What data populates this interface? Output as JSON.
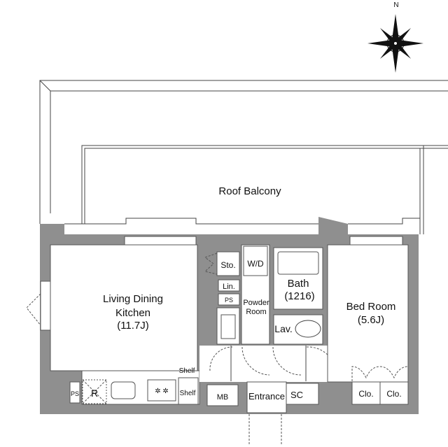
{
  "compass": {
    "north": "N",
    "icon": "compass-rose-icon"
  },
  "rooms": {
    "roof_balcony": "Roof Balcony",
    "ldk_line1": "Living Dining",
    "ldk_line2": "Kitchen",
    "ldk_size": "(11.7J)",
    "storage": "Sto.",
    "washer_dryer": "W/D",
    "linen": "Lin.",
    "ps_upper": "PS",
    "powder_line1": "Powder",
    "powder_line2": "Room",
    "bath": "Bath",
    "bath_size": "(1216)",
    "lavatory": "Lav.",
    "bed_line1": "Bed Room",
    "bed_size": "(5.6J)",
    "shelf_upper": "Shelf",
    "shelf_lower": "Shelf",
    "ps_lower": "PS",
    "refrigerator": "R",
    "meter_box": "MB",
    "entrance": "Entrance",
    "shoe_cabinet": "SC",
    "closet_1": "Clo.",
    "closet_2": "Clo."
  },
  "colors": {
    "wall": "#8f8f8f",
    "line": "#444444"
  }
}
